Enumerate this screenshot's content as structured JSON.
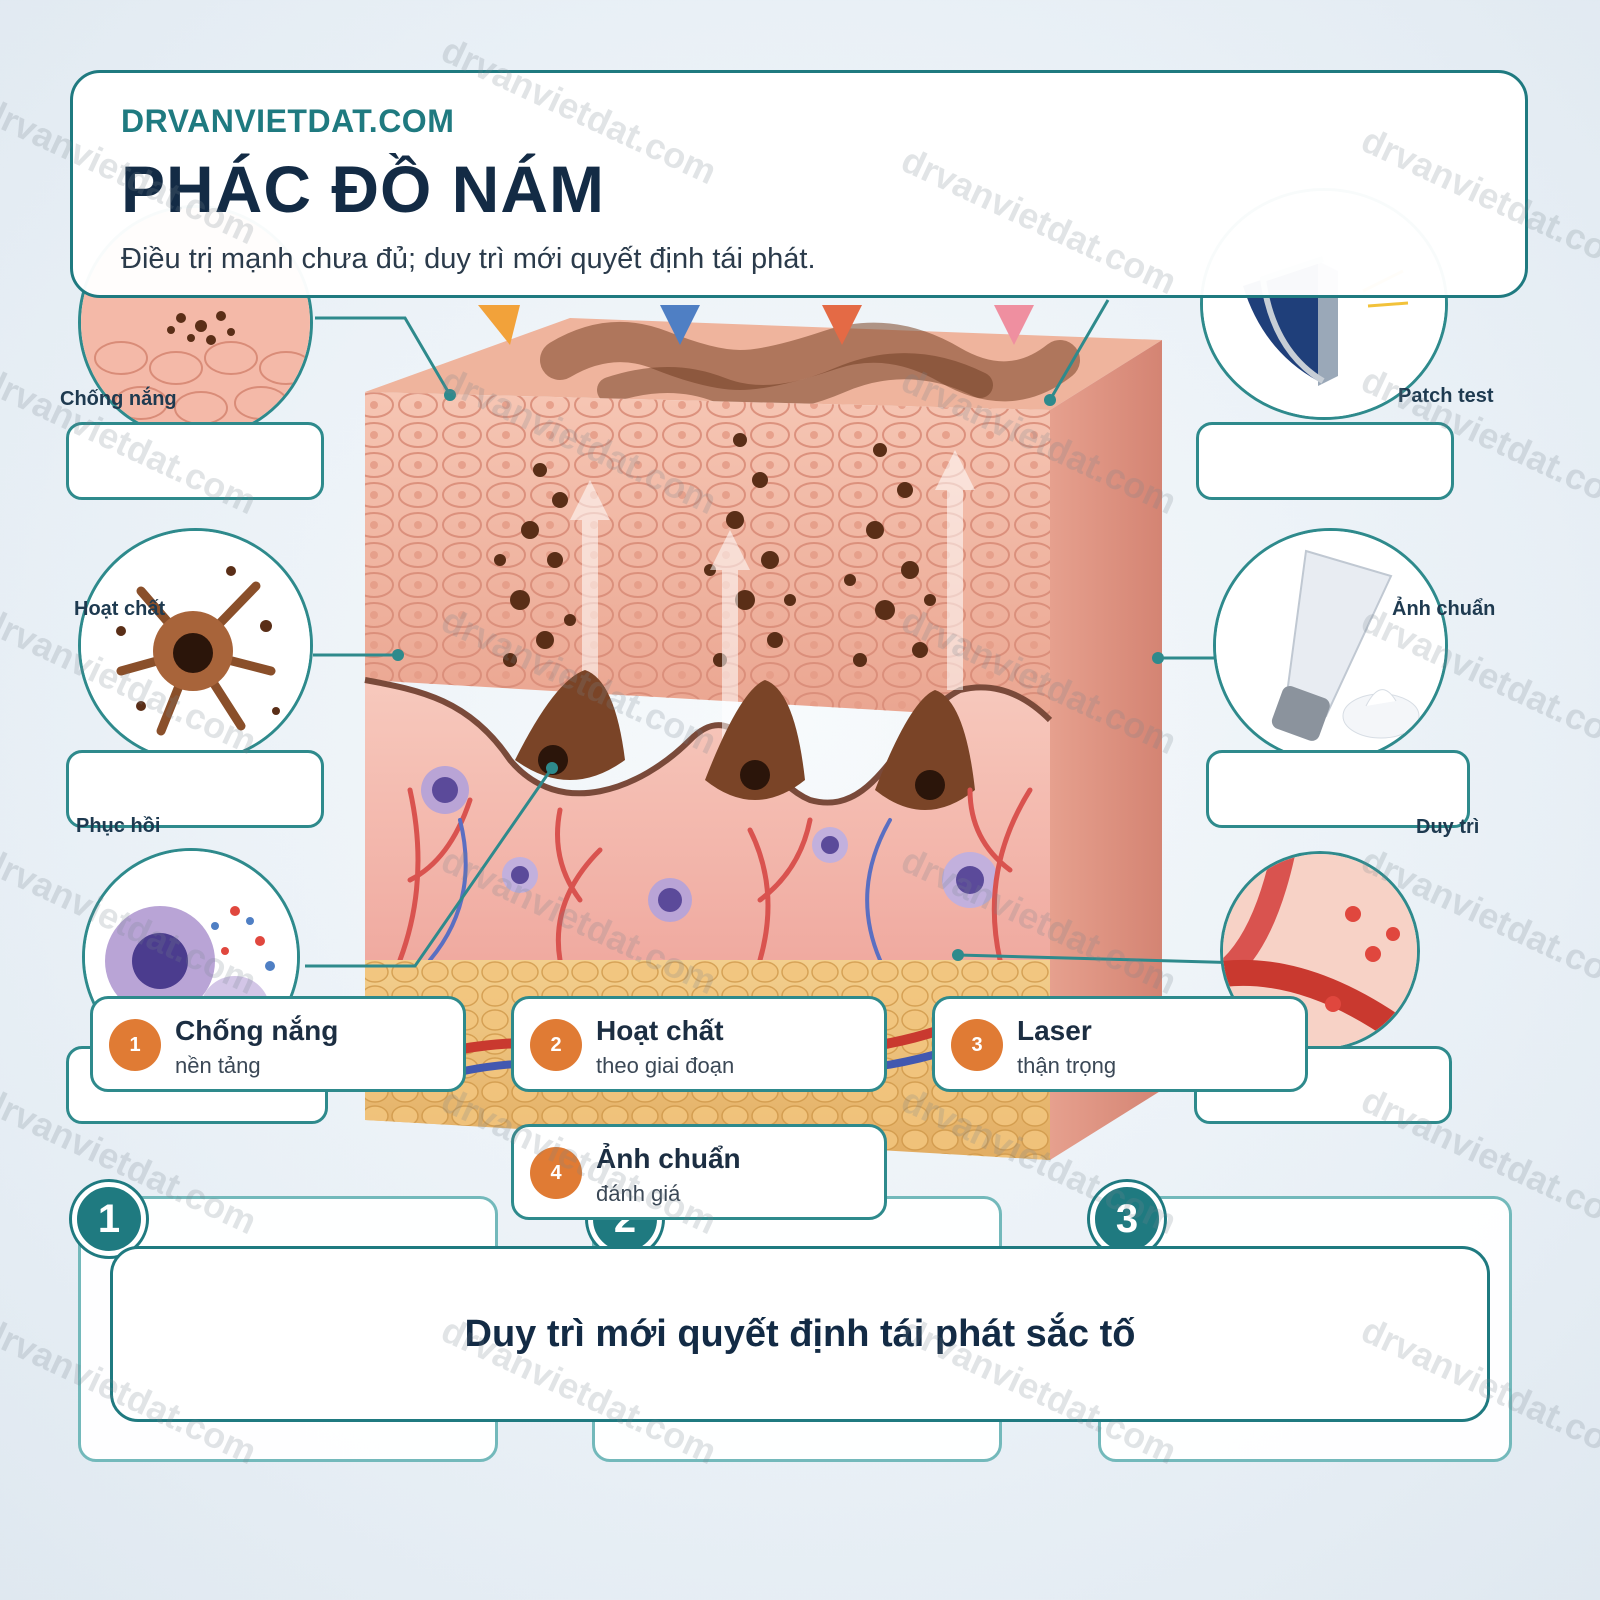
{
  "header": {
    "brand": "DRVANVIETDAT.COM",
    "title": "PHÁC ĐỒ NÁM",
    "subtitle": "Điều trị mạnh chưa đủ; duy trì mới quyết định tái phát."
  },
  "side_labels": {
    "left_top": "Chống nắng",
    "left_mid": "Hoạt chất",
    "left_bottom": "Phục hồi",
    "right_top": "Patch test",
    "right_mid": "Ảnh chuẩn",
    "right_bottom": "Duy trì"
  },
  "steps": [
    {
      "num": "1",
      "title": "Chống nắng",
      "sub": "nền tảng"
    },
    {
      "num": "2",
      "title": "Hoạt chất",
      "sub": "theo giai đoạn"
    },
    {
      "num": "3",
      "title": "Laser",
      "sub": "thận trọng"
    },
    {
      "num": "4",
      "title": "Ảnh chuẩn",
      "sub": "đánh giá"
    }
  ],
  "badges": [
    "1",
    "2",
    "3"
  ],
  "banner": "Duy trì mới quyết định tái phát sắc tố",
  "watermark": "drvanvietdat.com",
  "colors": {
    "teal": "#1f7a80",
    "navy": "#132b45",
    "orange": "#e07b34",
    "skin": "#f2b7a4",
    "pigment": "#6b3a1f"
  }
}
